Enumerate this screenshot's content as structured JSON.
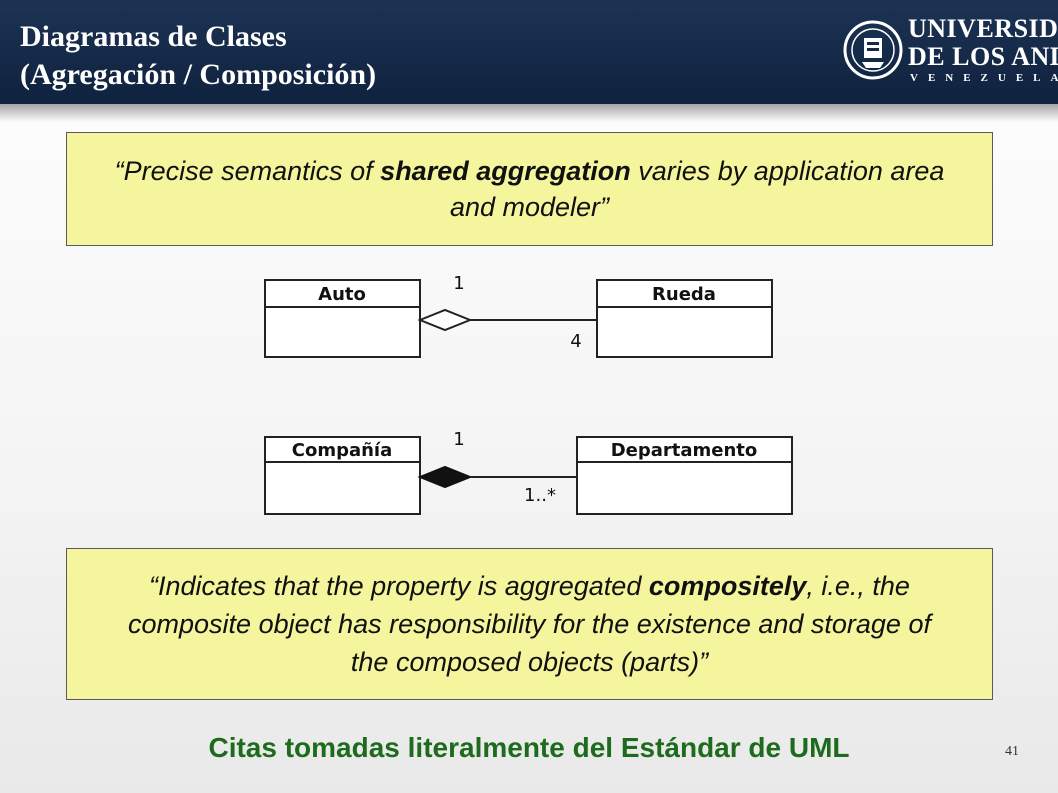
{
  "header": {
    "title_line1": "Diagramas de Clases",
    "title_line2": "(Agregación / Composición)",
    "logo": {
      "line1": "UNIVERSIDAD",
      "line2": "DE LOS ANDES",
      "line3": "VENEZUELA"
    }
  },
  "quote1": {
    "prefix": "“Precise semantics of ",
    "bold": "shared aggregation",
    "suffix": " varies by application area and modeler”"
  },
  "diagram_aggregation": {
    "class_left": "Auto",
    "class_right": "Rueda",
    "mult_left": "1",
    "mult_right": "4"
  },
  "diagram_composition": {
    "class_left": "Compañía",
    "class_right": "Departamento",
    "mult_left": "1",
    "mult_right": "1..*"
  },
  "quote2": {
    "prefix": "“Indicates that the property is aggregated ",
    "bold": "compositely",
    "suffix": ", i.e., the composite object has responsibility for the existence and storage of the composed objects (parts)”"
  },
  "footer": "Citas tomadas literalmente del Estándar de UML",
  "page_number": "41",
  "colors": {
    "header_bg": "#152a48",
    "quote_bg": "#f4f59c",
    "footer_text": "#1d6b1d"
  }
}
